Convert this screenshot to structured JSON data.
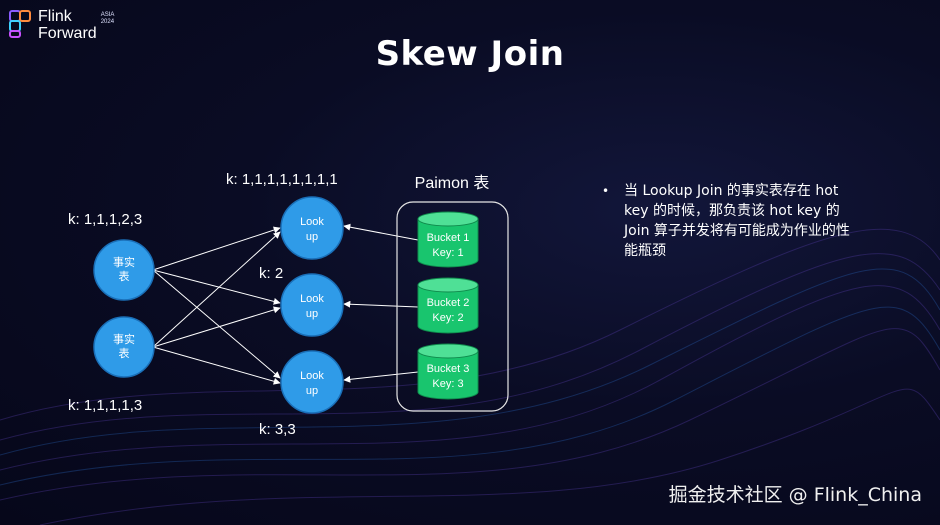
{
  "logo": {
    "line1": "Flink",
    "line2": "Forward",
    "badge_top": "ASIA",
    "badge_year": "2024"
  },
  "title": "Skew Join",
  "diagram": {
    "paimon_label": "Paimon 表",
    "fact_nodes": [
      {
        "label": "事实表",
        "line1": "事实",
        "line2": "表",
        "keys": "k: 1,1,1,2,3"
      },
      {
        "label": "事实表",
        "line1": "事实",
        "line2": "表",
        "keys": "k: 1,1,1,1,3"
      }
    ],
    "lookup_nodes": [
      {
        "line1": "Look",
        "line2": "up",
        "keys": "k: 1,1,1,1,1,1,1,1"
      },
      {
        "line1": "Look",
        "line2": "up",
        "keys": "k: 2"
      },
      {
        "line1": "Look",
        "line2": "up",
        "keys": "k: 3,3"
      }
    ],
    "buckets": [
      {
        "name": "Bucket 1",
        "key": "Key: 1"
      },
      {
        "name": "Bucket 2",
        "key": "Key: 2"
      },
      {
        "name": "Bucket 3",
        "key": "Key: 3"
      }
    ]
  },
  "bullet": "当 Lookup Join 的事实表存在 hot key 的时候，那负责该 hot key 的 Join 算子并发将有可能成为作业的性能瓶颈",
  "watermark": "掘金技术社区 @ Flink_China",
  "colors": {
    "node_fill": "#2f9be8",
    "bucket_fill": "#19c56e",
    "bucket_top": "#4fe096",
    "edge": "#ffffff"
  }
}
